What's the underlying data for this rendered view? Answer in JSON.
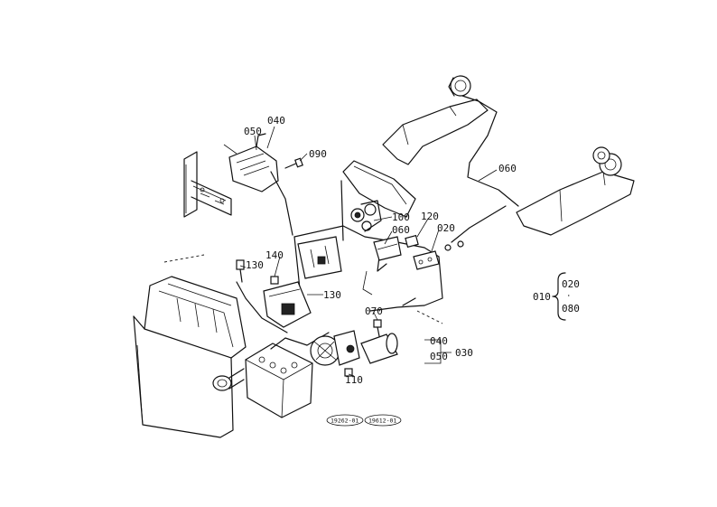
{
  "labels": {
    "l040_top": "040",
    "l050_top": "050",
    "l090": "090",
    "l060_right": "060",
    "l100": "100",
    "l060_mid": "060",
    "l120": "120",
    "l020_mid": "020",
    "l140": "140",
    "l130_left": "130",
    "l130_mid": "130",
    "l070": "070",
    "l040_bot": "040",
    "l050_bot": "050",
    "l030": "030",
    "l110": "110",
    "l010": "010",
    "l020_brace": "020",
    "l080": "080",
    "brace_sep": "‧"
  },
  "refs": {
    "ref1": "19262-01",
    "ref2": "19612-01"
  }
}
